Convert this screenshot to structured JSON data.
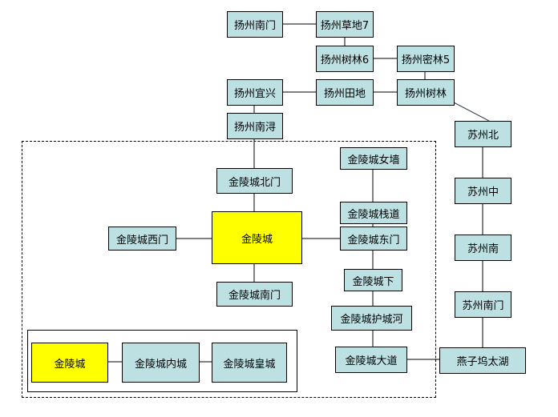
{
  "nodes": {
    "yz_nanmen": "扬州南门",
    "yz_caodi7": "扬州草地7",
    "yz_shulin6": "扬州树林6",
    "yz_milin5": "扬州密林5",
    "yz_yixing": "扬州宜兴",
    "yz_tiandi": "扬州田地",
    "yz_shulin": "扬州树林",
    "yz_nanxun": "扬州南浔",
    "sz_bei": "苏州北",
    "sz_zhong": "苏州中",
    "sz_nan": "苏州南",
    "sz_nanmen": "苏州南门",
    "yanziwu": "燕子坞太湖",
    "jl_beimen": "金陵城北门",
    "jl_city": "金陵城",
    "jl_ximen": "金陵城西门",
    "jl_nanmen": "金陵城南门",
    "jl_nvqiang": "金陵城女墙",
    "jl_zhandao": "金陵城栈道",
    "jl_dongmen": "金陵城东门",
    "jl_xia": "金陵城下",
    "jl_huchenghe": "金陵城护城河",
    "jl_dadao": "金陵城大道",
    "inner_city": "金陵城",
    "inner_neicheng": "金陵城内城",
    "inner_huangcheng": "金陵城皇城"
  },
  "colors": {
    "node": "#bde0e2",
    "highlight": "#ffff00"
  }
}
